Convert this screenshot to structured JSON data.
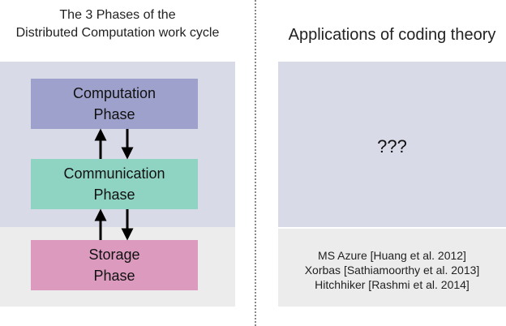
{
  "left": {
    "title_line1": "The 3 Phases of the",
    "title_line2": "Distributed Computation work cycle",
    "phases": [
      {
        "line1": "Computation",
        "line2": "Phase",
        "color": "#9ea1cb"
      },
      {
        "line1": "Communication",
        "line2": "Phase",
        "color": "#8fd4c3"
      },
      {
        "line1": "Storage",
        "line2": "Phase",
        "color": "#dc9bbe"
      }
    ]
  },
  "right": {
    "title": "Applications of coding theory",
    "unknown": "???",
    "applications": [
      "MS Azure [Huang et al. 2012]",
      "Xorbas [Sathiamoorthy et al. 2013]",
      "Hitchhiker [Rashmi et al. 2014]"
    ]
  },
  "colors": {
    "panel_top": "#d9dae8",
    "panel_bottom": "#ececec"
  }
}
